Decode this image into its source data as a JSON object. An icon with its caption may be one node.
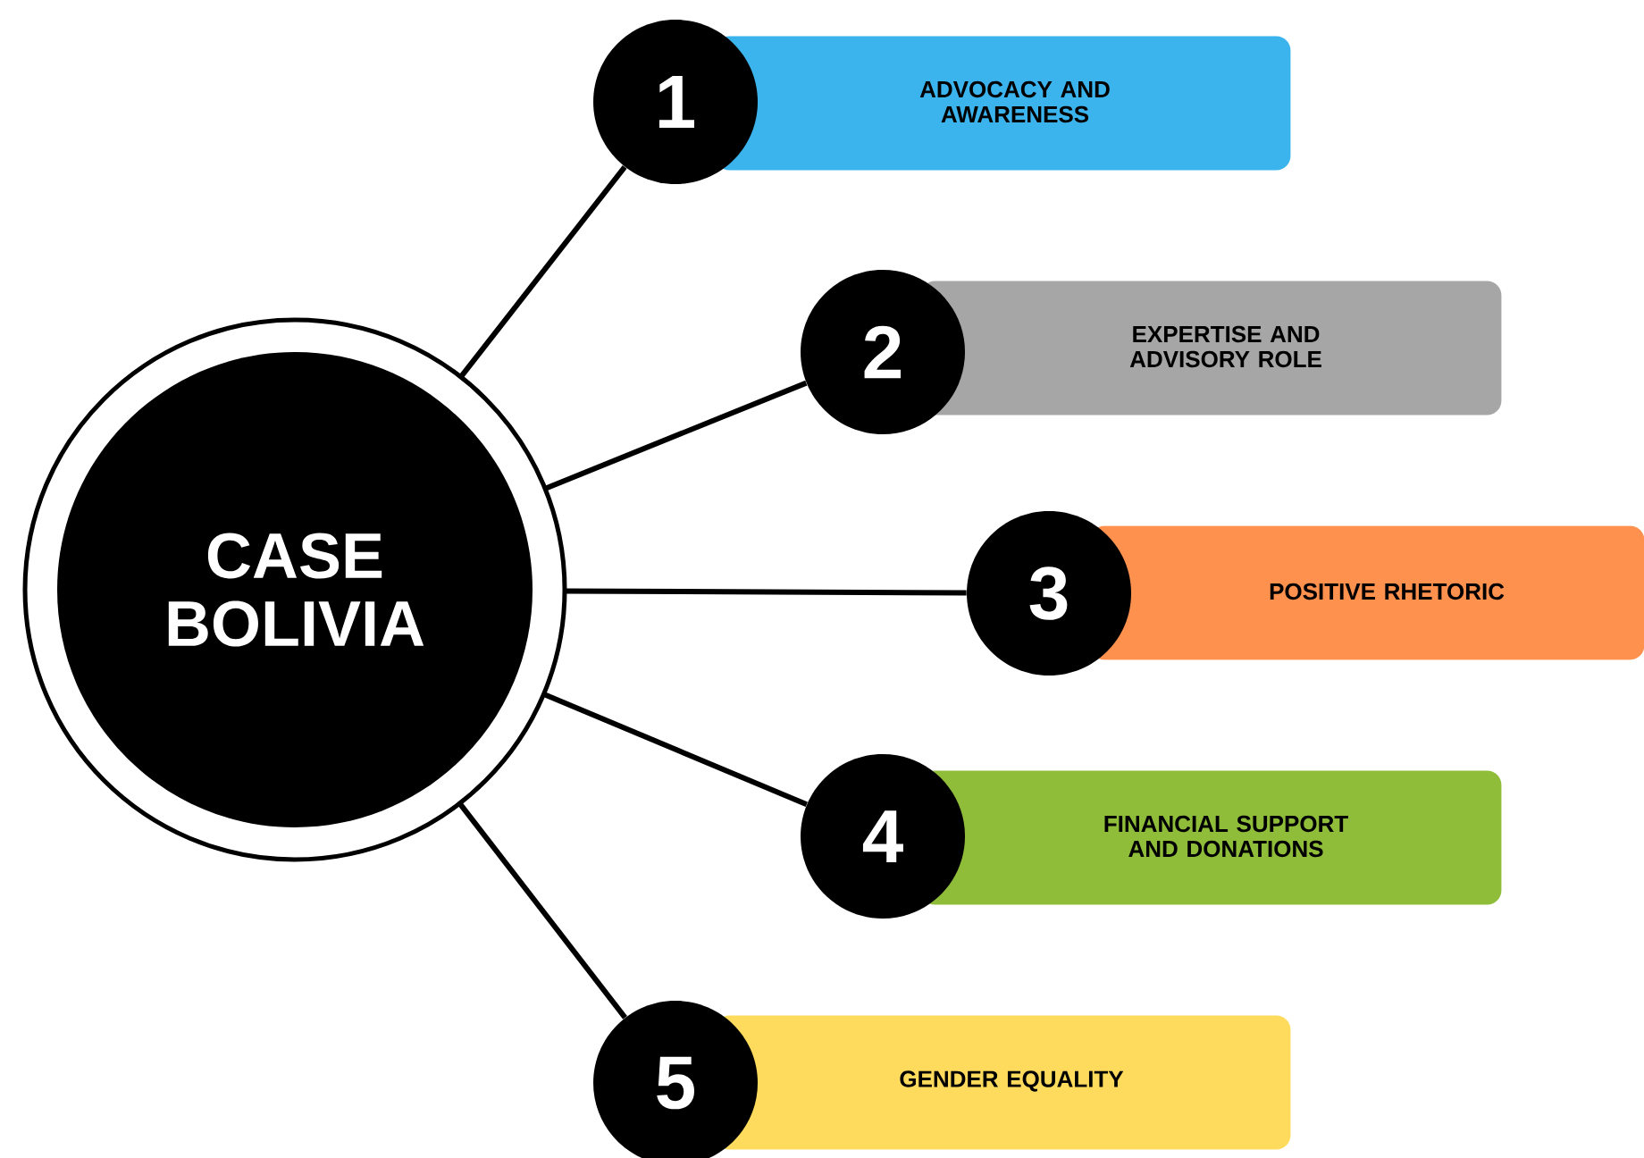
{
  "diagram": {
    "nodes": [
      {
        "text": [
          "CASE BOLIVIA"
        ]
      },
      {
        "text": [
          "1"
        ]
      },
      {
        "text": [
          "ADVOCACY AND AWARENESS"
        ]
      },
      {
        "text": [
          "2"
        ]
      },
      {
        "text": [
          "EXPERTISE AND ADVISORY ROLE"
        ]
      },
      {
        "text": [
          "3"
        ]
      },
      {
        "text": [
          "POSITIVE RHETORIC"
        ]
      },
      {
        "text": [
          "4"
        ]
      },
      {
        "text": [
          "FINANCIAL SUPPORT AND DONATIONS"
        ]
      },
      {
        "text": [
          "5"
        ]
      },
      {
        "text": [
          "GENDER EQUALITY"
        ]
      }
    ],
    "edges": [
      {
        "from": 0,
        "to": 1,
        "arrow": "none"
      },
      {
        "from": 0,
        "to": 3,
        "arrow": "none"
      },
      {
        "from": 0,
        "to": 5,
        "arrow": "none"
      },
      {
        "from": 0,
        "to": 7,
        "arrow": "none"
      },
      {
        "from": 0,
        "to": 9,
        "arrow": "none"
      }
    ]
  }
}
